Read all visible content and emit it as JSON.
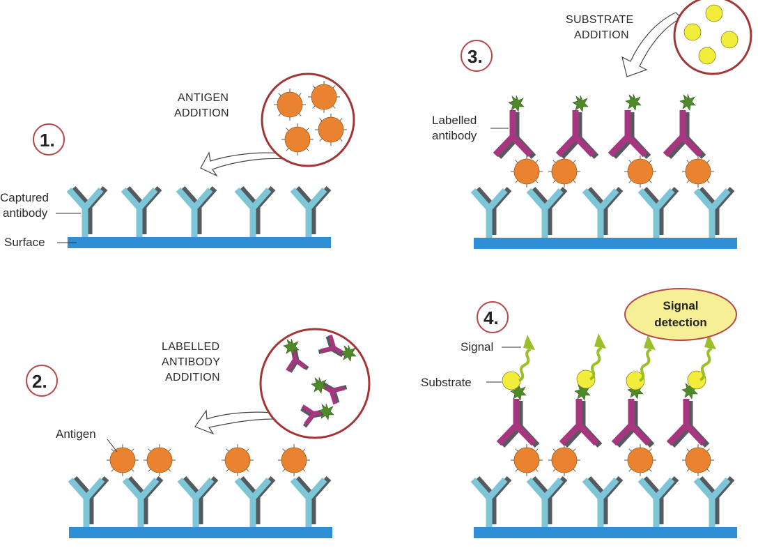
{
  "steps": [
    {
      "number": "1.",
      "caption": [
        "ANTIGEN",
        "ADDITION"
      ]
    },
    {
      "number": "2.",
      "caption": [
        "LABELLED",
        "ANTIBODY",
        "ADDITION"
      ]
    },
    {
      "number": "3.",
      "caption": [
        "SUBSTRATE",
        "ADDITION"
      ]
    },
    {
      "number": "4.",
      "caption": []
    }
  ],
  "labels": {
    "captured_antibody": [
      "Captured",
      "antibody"
    ],
    "surface": "Surface",
    "antigen": "Antigen",
    "labelled_antibody": [
      "Labelled",
      "antibody"
    ],
    "signal": "Signal",
    "substrate": "Substrate",
    "signal_detection": [
      "Signal",
      "detection"
    ]
  },
  "colors": {
    "surface": "#2f8fd6",
    "capture_antibody": "#7cc6d8",
    "antibody_shadow": "#555a5e",
    "labelled_antibody": "#a8357f",
    "antigen": "#e9832f",
    "enzyme_label": "#4f8a2a",
    "substrate": "#f2ec3a",
    "signal_arrow": "#9bbf2a",
    "circle_ring": "#a43535",
    "step_ring": "#b54a4a",
    "detection_bubble": "#f6ef95"
  }
}
